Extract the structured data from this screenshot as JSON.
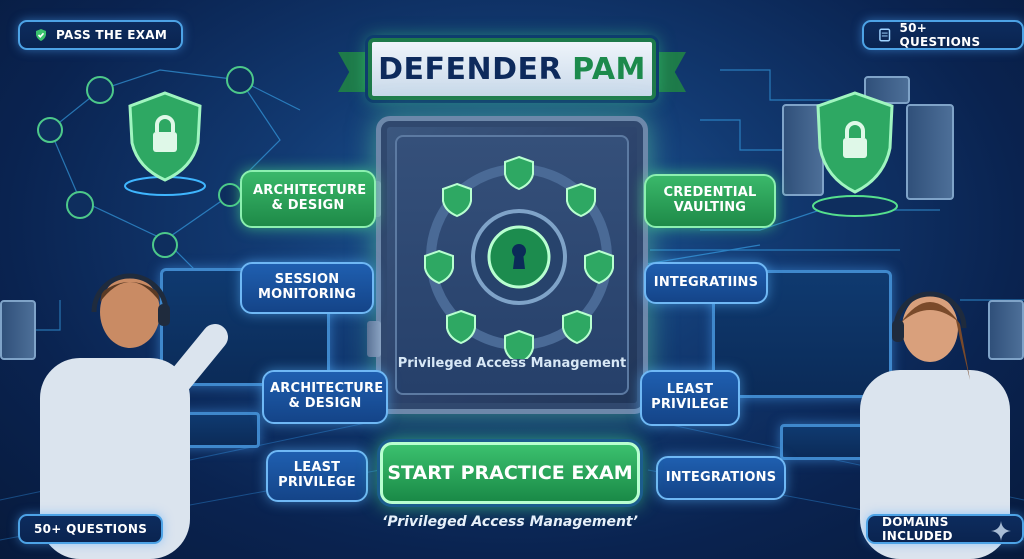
{
  "badges": {
    "top_left": "PASS THE EXAM",
    "top_right": "50+ QUESTIONS",
    "bottom_left": "50+ QUESTIONS",
    "bottom_right": "DOMAINS INCLUDED"
  },
  "title": {
    "main": "DEFENDER",
    "accent": "PAM"
  },
  "bubbles": {
    "architecture_design_green": "ARCHITECTURE & DESIGN",
    "session_monitoring": "SESSION MONITORING",
    "architecture_design_blue": "ARCHITECTURE & DESIGN",
    "least_privilege_left": "LEAST PRIVILEGE",
    "credential_vaulting": "CREDENTIAL VAULTING",
    "integratiins": "INTEGRATIINS",
    "least_privilege_right": "LEAST PRIVILEGE",
    "integrations": "INTEGRATIONS"
  },
  "vault": {
    "caption": "Privileged Access Management"
  },
  "cta": {
    "label": "START PRACTICE EXAM"
  },
  "subtitle": "‘Privileged Access Management’",
  "colors": {
    "accent_green": "#2faa5e",
    "accent_blue": "#1f5fb0",
    "background": "#0a2350"
  },
  "icons": [
    "shield-check-icon",
    "document-icon",
    "lock-icon",
    "keyhole-icon",
    "user-icon",
    "server-icon"
  ]
}
